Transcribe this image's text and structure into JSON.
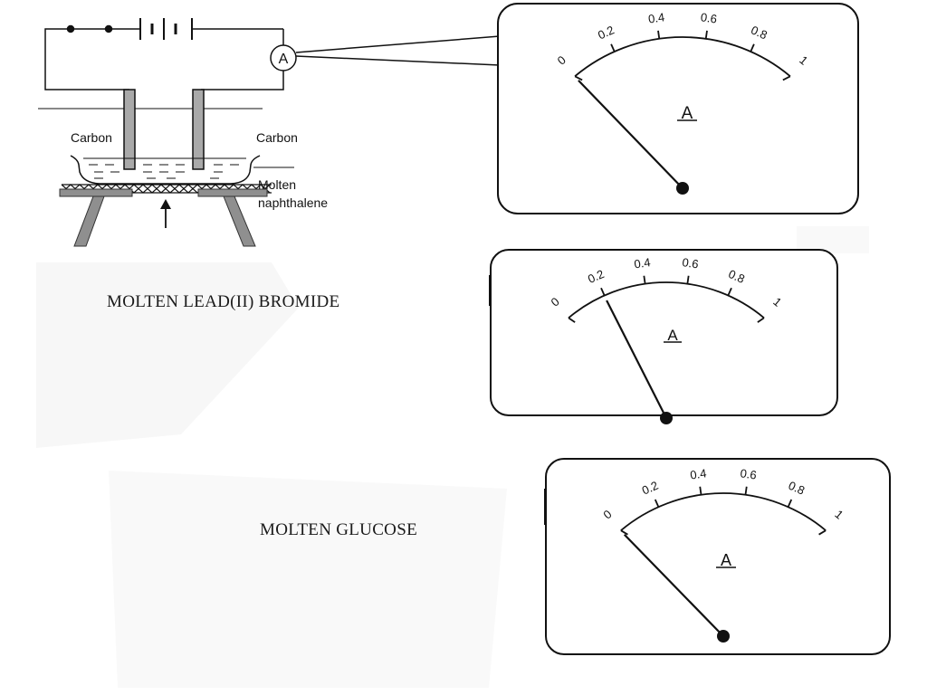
{
  "apparatus": {
    "electrode_left_label": "Carbon",
    "electrode_right_label": "Carbon",
    "electrolyte_label_line1": "Molten",
    "electrolyte_label_line2": "naphthalene",
    "ammeter_symbol": "A"
  },
  "sections": [
    {
      "caption": ""
    },
    {
      "caption": "MOLTEN LEAD(II) BROMIDE"
    },
    {
      "caption": "MOLTEN GLUCOSE"
    }
  ],
  "meters": [
    {
      "unit_label": "A",
      "scale_labels": [
        "0",
        "0.2",
        "0.4",
        "0.6",
        "0.8",
        "1"
      ],
      "reading": 0
    },
    {
      "unit_label": "A",
      "scale_labels": [
        "0",
        "0.2",
        "0.4",
        "0.6",
        "0.8",
        "1"
      ],
      "reading": 0.2
    },
    {
      "unit_label": "A",
      "scale_labels": [
        "0",
        "0.2",
        "0.4",
        "0.6",
        "0.8",
        "1"
      ],
      "reading": 0
    }
  ],
  "colors": {
    "stroke": "#111111",
    "electrode": "#a9a9a9",
    "stand": "#8f8f8f",
    "faint": "#f6f6f6"
  }
}
